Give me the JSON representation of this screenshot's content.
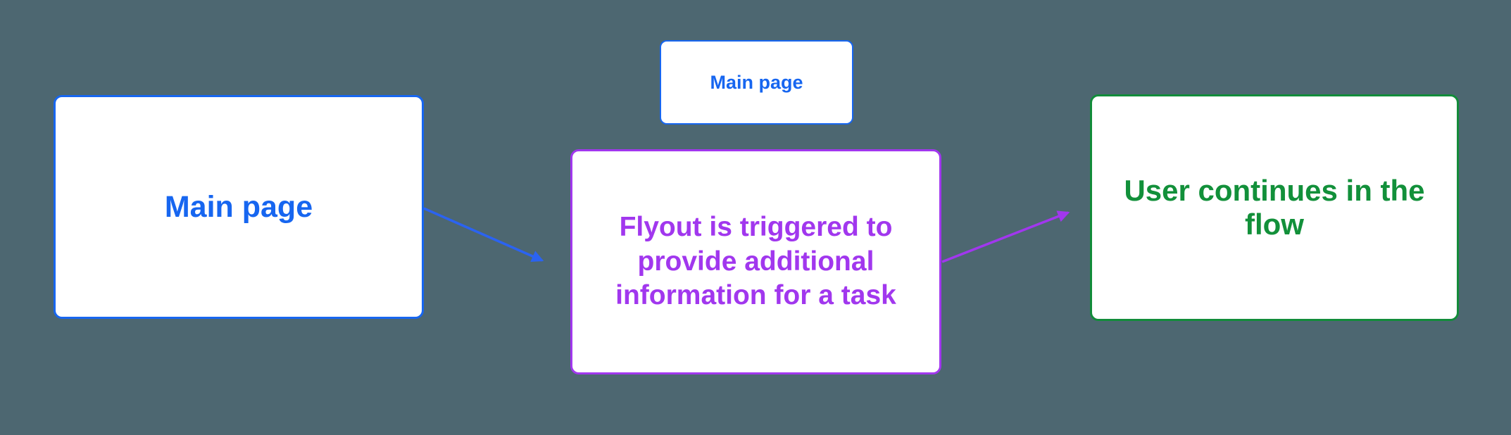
{
  "diagram": {
    "background_color": "#4D6771",
    "nodes": [
      {
        "id": "main-page",
        "label": "Main page",
        "color": "#1766F0"
      },
      {
        "id": "main-page-small",
        "label": "Main page",
        "color": "#1766F0"
      },
      {
        "id": "flyout",
        "label": "Flyout is triggered to provide additional information for a task",
        "label_lines": [
          "Flyout is triggered to",
          "provide additional",
          "information for a task"
        ],
        "color": "#A137EE"
      },
      {
        "id": "user-continues",
        "label": "User continues in the flow",
        "color": "#128F3A"
      }
    ],
    "connectors": [
      {
        "from": "main-page",
        "to": "flyout",
        "color": "#2B63F1"
      },
      {
        "from": "flyout",
        "to": "user-continues",
        "color": "#A137EE"
      }
    ]
  }
}
